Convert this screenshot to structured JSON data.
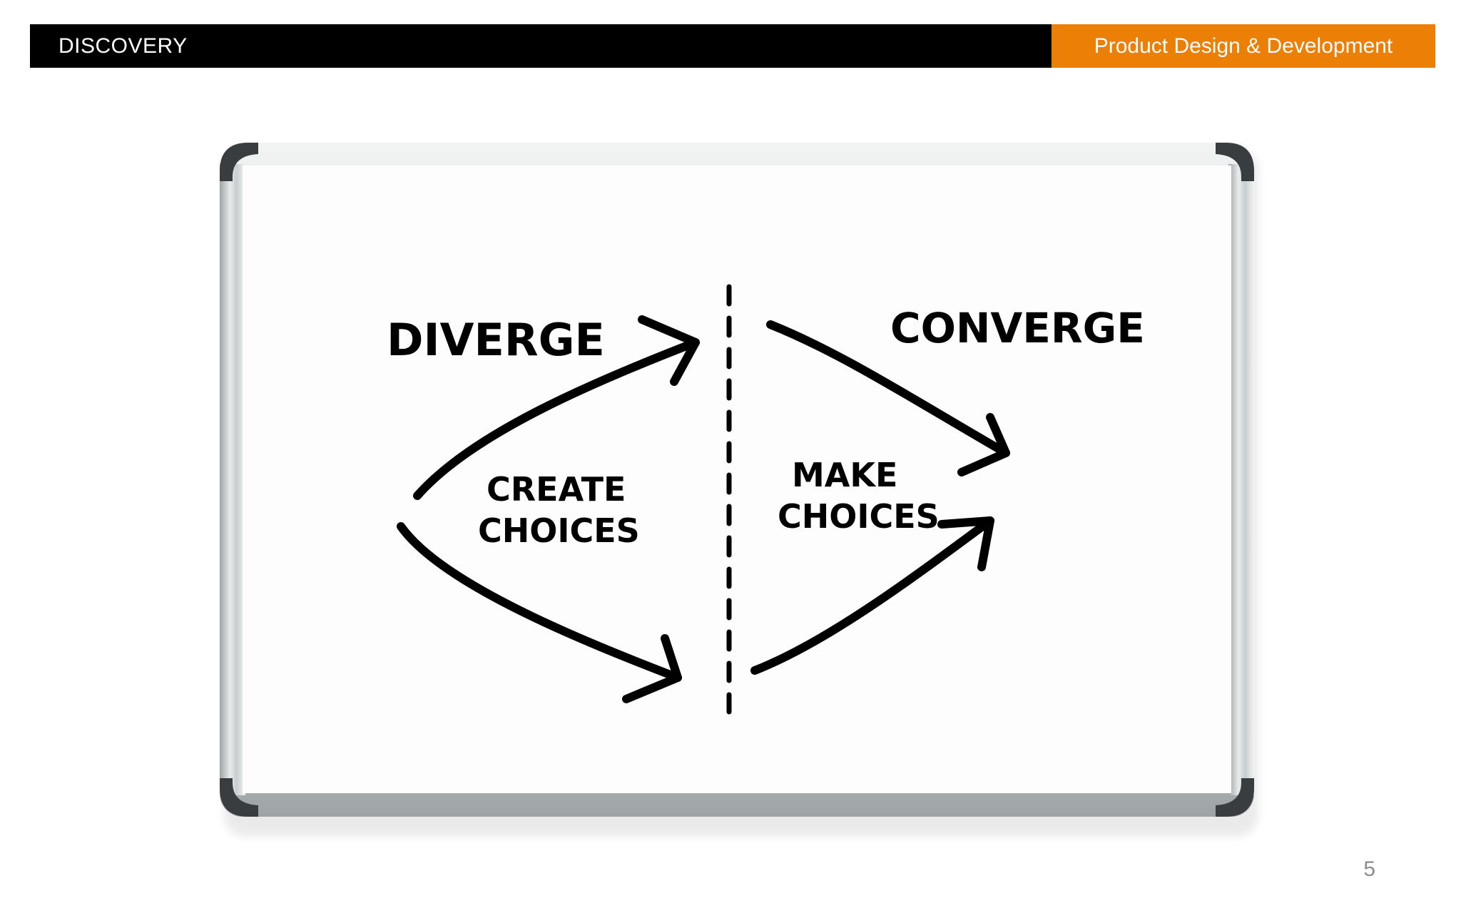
{
  "header": {
    "section_label": "DISCOVERY",
    "course_title": "Product Design & Development",
    "accent_color": "#EC7F06"
  },
  "whiteboard": {
    "left_heading": "DIVERGE",
    "right_heading": "CONVERGE",
    "left_caption_line1": "CREATE",
    "left_caption_line2": "CHOICES",
    "right_caption_line1": "MAKE",
    "right_caption_line2": "CHOICES"
  },
  "page_number": "5"
}
